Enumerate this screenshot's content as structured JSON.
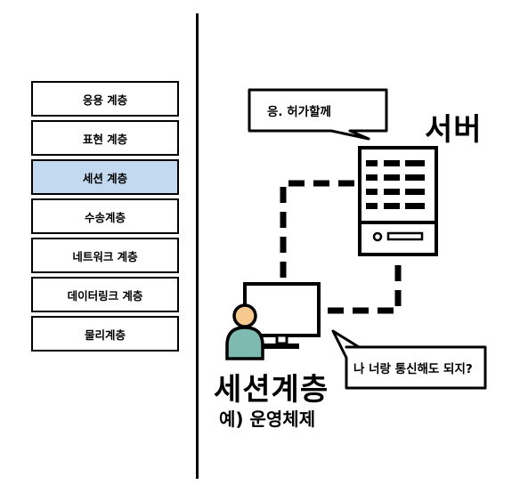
{
  "layers": [
    {
      "label": "응용 계층",
      "active": false
    },
    {
      "label": "표현 계층",
      "active": false
    },
    {
      "label": "세션 계층",
      "active": true
    },
    {
      "label": "수송계층",
      "active": false
    },
    {
      "label": "네트워크 계층",
      "active": false
    },
    {
      "label": "데이터링크 계층",
      "active": false
    },
    {
      "label": "물리계층",
      "active": false
    }
  ],
  "server": {
    "label": "서버",
    "speech": "응. 허가할께"
  },
  "client": {
    "speech": "나 너랑 통신해도 되지?"
  },
  "session": {
    "title": "세션계층",
    "example": "예) 운영체제"
  },
  "colors": {
    "active_layer": "#c2d9ef",
    "user_head": "#f7c98e",
    "user_body": "#7fbab0",
    "line": "#000000"
  }
}
